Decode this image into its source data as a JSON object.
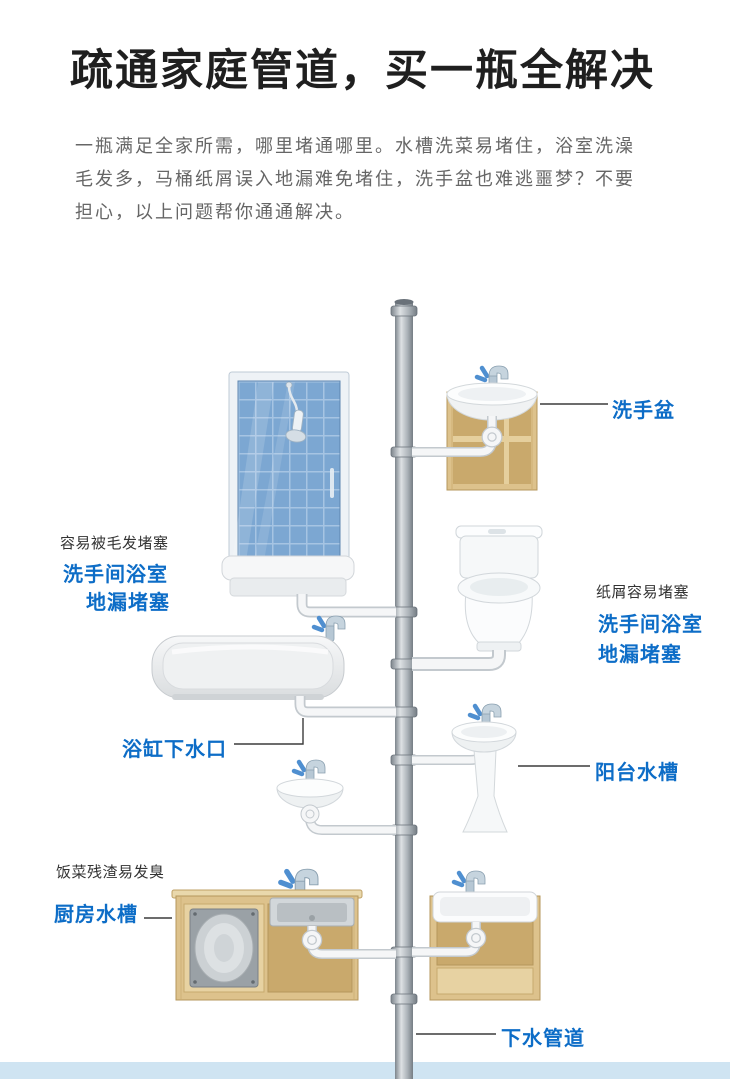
{
  "header": {
    "title": "疏通家庭管道，买一瓶全解决",
    "intro_lines": [
      "一瓶满足全家所需，哪里堵通哪里。水槽洗菜易堵住，浴室洗澡",
      "毛发多，马桶纸屑误入地漏难免堵住，洗手盆也难逃噩梦？不要",
      "担心，以上问题帮你通通解决。"
    ]
  },
  "callouts": {
    "wash_basin": "洗手盆",
    "shower_note": "容易被毛发堵塞",
    "shower_label_line1": "洗手间浴室",
    "shower_label_line2": "地漏堵塞",
    "toilet_note": "纸屑容易堵塞",
    "toilet_label_line1": "洗手间浴室",
    "toilet_label_line2": "地漏堵塞",
    "bathtub": "浴缸下水口",
    "balcony_sink": "阳台水槽",
    "kitchen_note": "饭菜残渣易发臭",
    "kitchen_sink": "厨房水槽",
    "drain_pipe": "下水管道"
  },
  "colors": {
    "accent_blue": "#0d6dc7",
    "title_text": "#1f1f1f",
    "body_text": "#666666",
    "note_text": "#333333",
    "footer_strip": "#cfe4f2",
    "pipe_gray": "#9aa2a9",
    "wood": "#ddc28c",
    "tile_blue": "#7ca7d2"
  }
}
